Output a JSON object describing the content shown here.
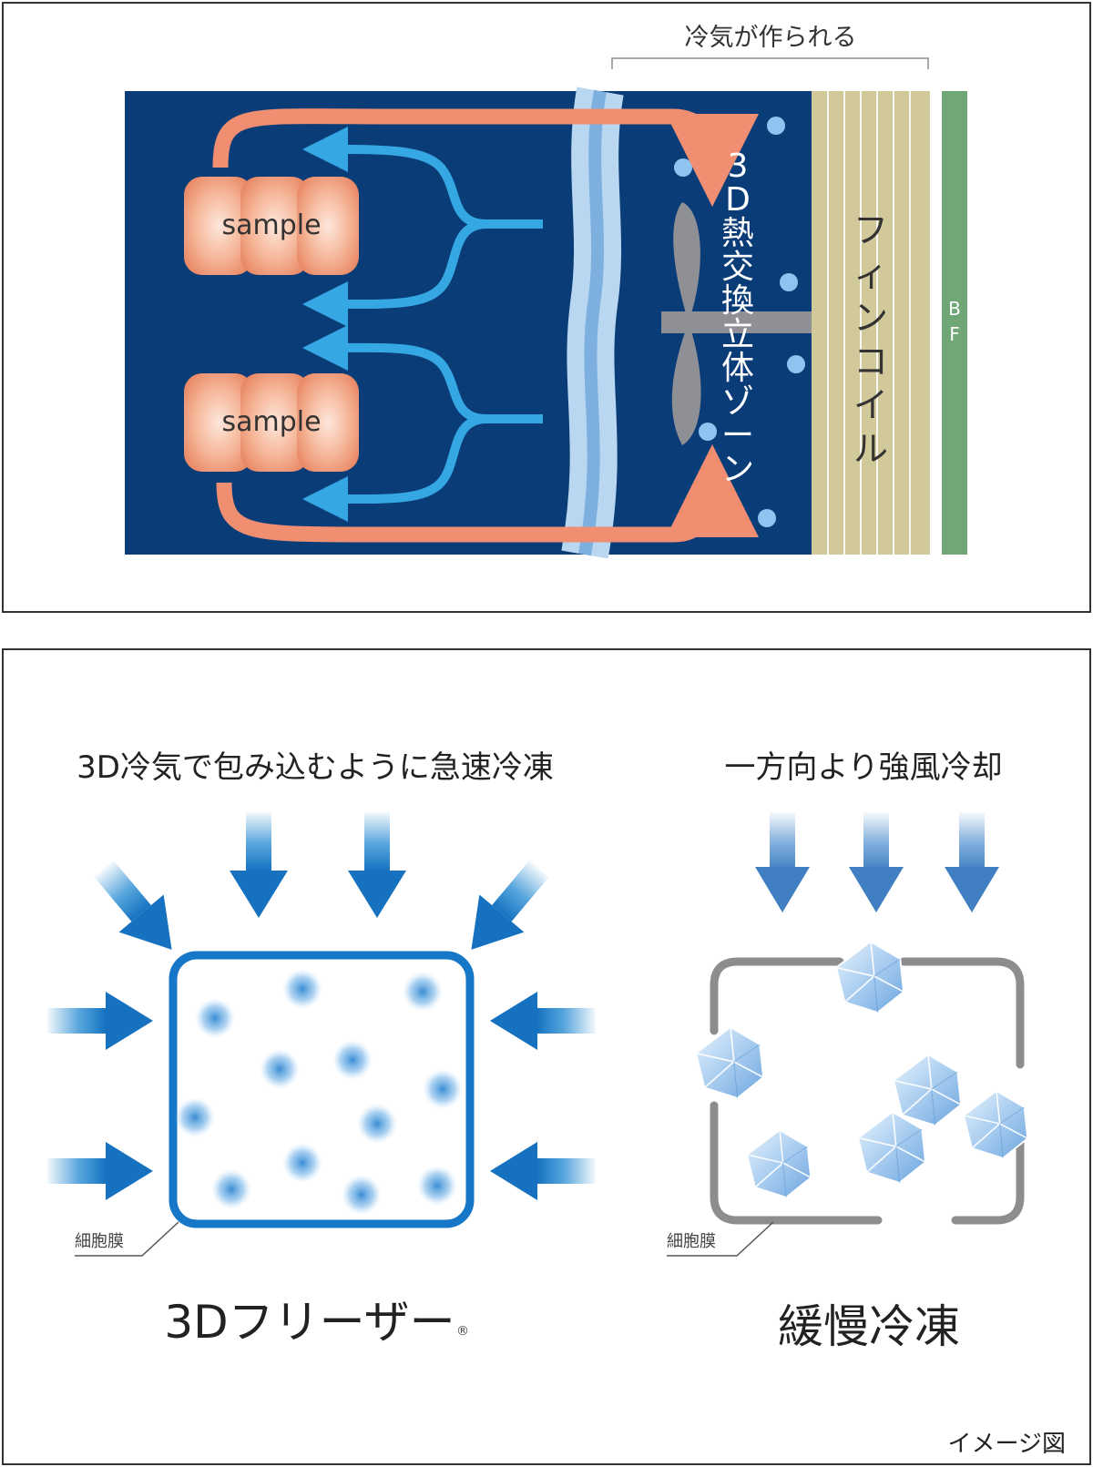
{
  "top_diagram": {
    "bracket_label": "冷気が作られる",
    "sample_top": "sample",
    "sample_bottom": "sample",
    "zone_label_chars": [
      "3",
      "D",
      "熱",
      "交",
      "換",
      "立",
      "体",
      "ゾ",
      "ー",
      "ン"
    ],
    "fin_coil_chars": [
      "フ",
      "ィ",
      "ン",
      "コ",
      "イ",
      "ル"
    ],
    "bf_chars": [
      "B",
      "F"
    ],
    "colors": {
      "background": "#0a3d78",
      "warm_arrow": "#ef8e70",
      "cold_arrow": "#35a8e4",
      "sample_fill": "#f3a585",
      "wall": "#b9d7f1",
      "fan": "#8f8f96",
      "fin_coil": "#d2c99a",
      "bf_bar": "#6fa876",
      "bubble": "#8ec4ef"
    }
  },
  "bottom_diagram": {
    "left_heading": "3D冷気で包み込むように急速冷凍",
    "right_heading": "一方向より強風冷却",
    "left_membrane_label": "細胞膜",
    "right_membrane_label": "細胞膜",
    "left_title": "3Dフリーザー",
    "left_title_mark": "®",
    "right_title": "緩慢冷凍",
    "image_note": "イメージ図",
    "colors": {
      "left_cell": "#1677c8",
      "left_arrows": "#1e86d0",
      "left_dots": "#3d8fd6",
      "right_cell": "#8d8d8d",
      "right_arrows": "#4f8fcf",
      "crystal": "#a9cdf0"
    }
  }
}
